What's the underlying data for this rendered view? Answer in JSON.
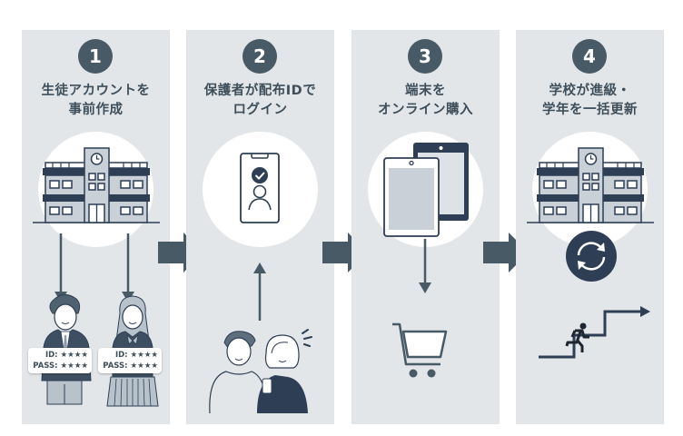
{
  "steps": [
    {
      "number": "1",
      "title_line1": "生徒アカウントを",
      "title_line2": "事前作成",
      "icon": "school-building-icon"
    },
    {
      "number": "2",
      "title_line1": "保護者が配布IDで",
      "title_line2": "ログイン",
      "icon": "smartphone-login-icon"
    },
    {
      "number": "3",
      "title_line1": "端末を",
      "title_line2": "オンライン購入",
      "icon": "tablet-icon"
    },
    {
      "number": "4",
      "title_line1": "学校が進級・",
      "title_line2": "学年を一括更新",
      "icon": "school-building-icon"
    }
  ],
  "credentials": [
    {
      "id_line": "ID: ★★★★",
      "pass_line": "PASS: ★★★★"
    },
    {
      "id_line": "ID: ★★★★",
      "pass_line": "PASS: ★★★★"
    }
  ],
  "colors": {
    "panel_bg": "#e3e6e8",
    "accent_dark": "#2e3e55",
    "number_circle": "#475a66",
    "arrow": "#475a66",
    "text": "#3e4f5b"
  }
}
